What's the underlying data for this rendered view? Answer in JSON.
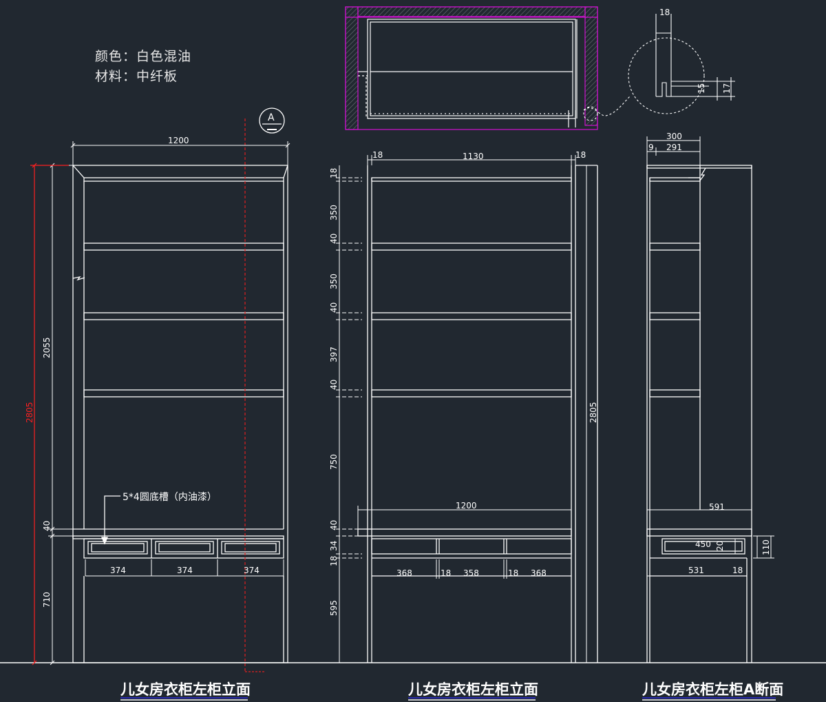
{
  "notes": {
    "color_line": "颜色：白色混油",
    "material_line": "材料：中纤板"
  },
  "section_marker": "A",
  "callout_text": "5*4圆底槽（内油漆）",
  "titles": {
    "elevation_left": "儿女房衣柜左柜立面",
    "elevation_right": "儿女房衣柜左柜立面",
    "section": "儿女房衣柜左柜A断面"
  },
  "dimensions": {
    "left_overall_width": "1200",
    "left_overall_height": "2805",
    "left_upper_height": "2055",
    "left_counter": "40",
    "left_lower": "710",
    "left_drawer_widths": [
      "374",
      "374",
      "374"
    ],
    "mid_side": "18",
    "mid_inner_width": "1130",
    "mid_side_right": "18",
    "mid_top": "18",
    "mid_gap1": "350",
    "mid_shelf1": "40",
    "mid_gap2": "350",
    "mid_shelf2": "40",
    "mid_gap3": "397",
    "mid_shelf3": "40",
    "mid_gap4": "750",
    "mid_counter": "40",
    "mid_drawer": "34",
    "mid_board": "18",
    "mid_bottom": "595",
    "mid_counter_width": "1200",
    "mid_height": "2805",
    "mid_lower_widths": [
      "368",
      "18",
      "358",
      "18",
      "368"
    ],
    "sec_depth": "300",
    "sec_back": "9",
    "sec_inner": "291",
    "sec_counter_depth": "591",
    "sec_drawer_depth": "450",
    "sec_drawer_h": "20",
    "sec_drawer_box": "110",
    "sec_lower_depth": "531",
    "sec_lower_side": "18",
    "detail_w": "18",
    "detail_h1": "15",
    "detail_h2": "17"
  },
  "colors": {
    "background": "#212830",
    "linework": "#ffffff",
    "overall_dim": "#ff2020",
    "plan_outline": "#d010d0",
    "section_line": "#e02020"
  }
}
